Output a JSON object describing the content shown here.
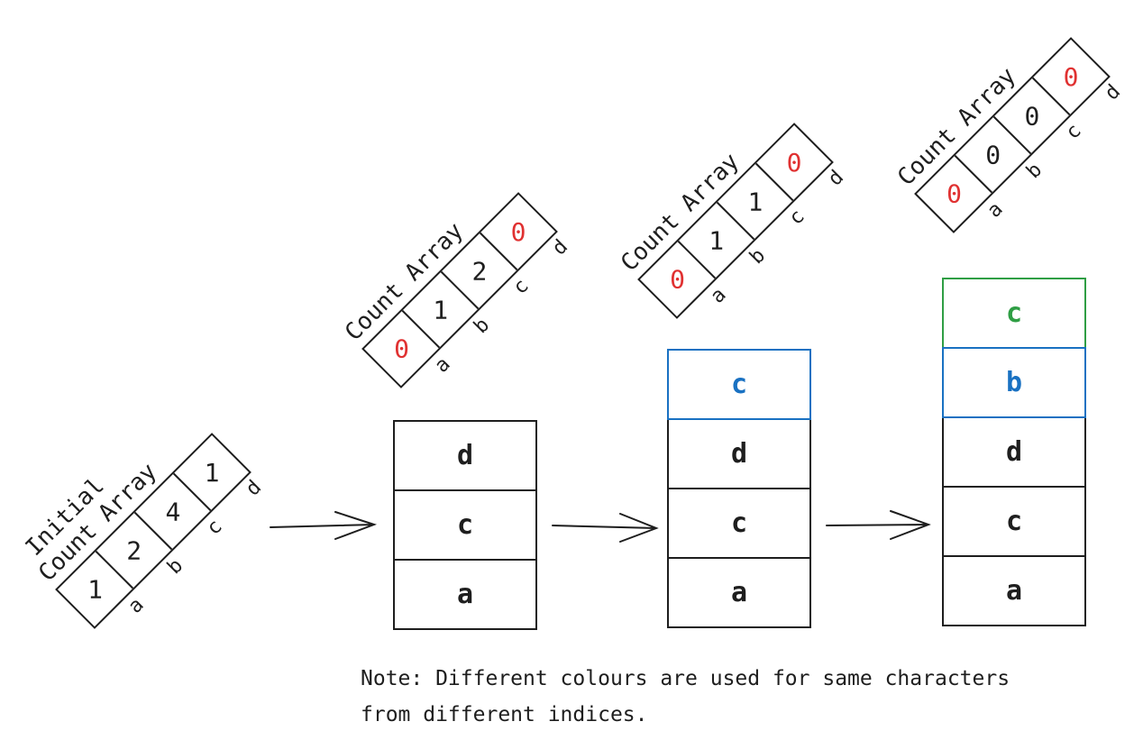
{
  "colors": {
    "red": "#e03131",
    "blue": "#1971c2",
    "green": "#2f9e44",
    "ink": "#1e1e1e"
  },
  "indices": [
    "a",
    "b",
    "c",
    "d"
  ],
  "count_arrays": [
    {
      "label_lines": [
        "Initial",
        "Count Array"
      ],
      "values": [
        "1",
        "2",
        "4",
        "1"
      ],
      "red": [
        false,
        false,
        false,
        false
      ]
    },
    {
      "label_lines": [
        "Count Array"
      ],
      "values": [
        "0",
        "1",
        "2",
        "0"
      ],
      "red": [
        true,
        false,
        false,
        true
      ]
    },
    {
      "label_lines": [
        "Count Array"
      ],
      "values": [
        "0",
        "1",
        "1",
        "0"
      ],
      "red": [
        true,
        false,
        false,
        true
      ]
    },
    {
      "label_lines": [
        "Count Array"
      ],
      "values": [
        "0",
        "0",
        "0",
        "0"
      ],
      "red": [
        true,
        false,
        false,
        true
      ]
    }
  ],
  "stacks": [
    {
      "rows": [
        {
          "char": "d",
          "color": "ink"
        },
        {
          "char": "c",
          "color": "ink"
        },
        {
          "char": "a",
          "color": "ink"
        }
      ]
    },
    {
      "rows": [
        {
          "char": "c",
          "color": "blue"
        },
        {
          "char": "d",
          "color": "ink"
        },
        {
          "char": "c",
          "color": "ink"
        },
        {
          "char": "a",
          "color": "ink"
        }
      ]
    },
    {
      "rows": [
        {
          "char": "c",
          "color": "green"
        },
        {
          "char": "b",
          "color": "blue"
        },
        {
          "char": "d",
          "color": "ink"
        },
        {
          "char": "c",
          "color": "ink"
        },
        {
          "char": "a",
          "color": "ink"
        }
      ]
    }
  ],
  "note": {
    "line1": "Note: Different colours are used for same characters",
    "line2": "from different indices."
  }
}
